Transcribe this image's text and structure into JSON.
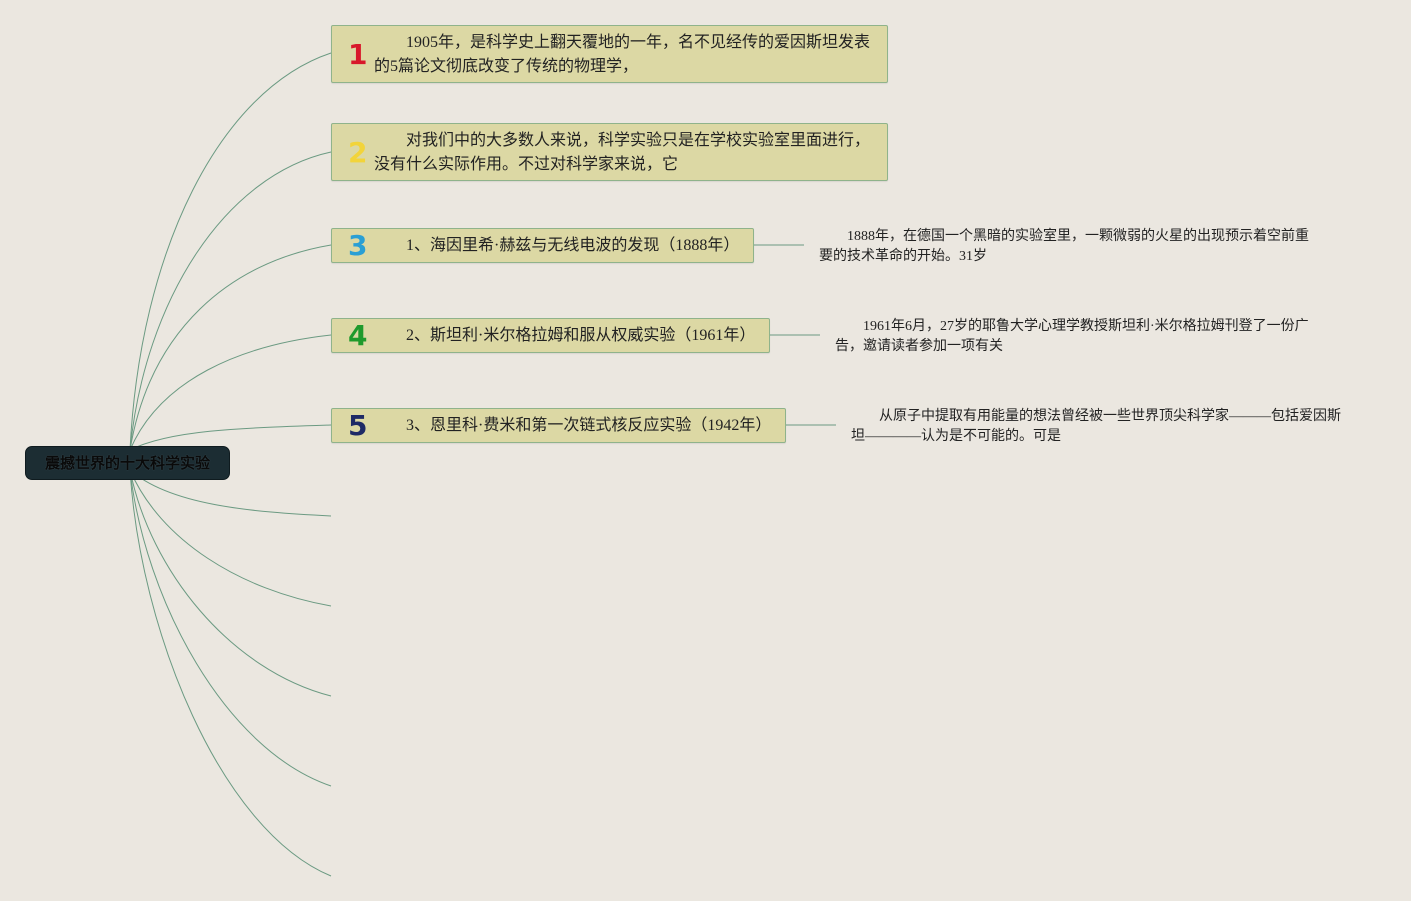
{
  "root": {
    "label": "震撼世界的十大科学实验"
  },
  "nodes": [
    {
      "badge": "1",
      "badge_color": "#d8182a",
      "text": "1905年，是科学史上翻天覆地的一年，名不见经传的爱因斯坦发表的5篇论文彻底改变了传统的物理学，"
    },
    {
      "badge": "2",
      "badge_color": "#f2d43a",
      "text": "对我们中的大多数人来说，科学实验只是在学校实验室里面进行，没有什么实际作用。不过对科学家来说，它"
    },
    {
      "badge": "3",
      "badge_color": "#2a9fd4",
      "text": "1、海因里希·赫兹与无线电波的发现（1888年）",
      "note": "1888年，在德国一个黑暗的实验室里，一颗微弱的火星的出现预示着空前重要的技术革命的开始。31岁"
    },
    {
      "badge": "4",
      "badge_color": "#1f9a2c",
      "text": "2、斯坦利·米尔格拉姆和服从权威实验（1961年）",
      "note": "1961年6月，27岁的耶鲁大学心理学教授斯坦利·米尔格拉姆刊登了一份广告，邀请读者参加一项有关"
    },
    {
      "badge": "5",
      "badge_color": "#1e2a66",
      "text": "3、恩里科·费米和第一次链式核反应实验（1942年）",
      "note": "从原子中提取有用能量的想法曾经被一些世界顶尖科学家———包括爱因斯坦————认为是不可能的。可是"
    }
  ],
  "colors": {
    "connector": "#6b9a82",
    "node_fill": "#dcd8a4",
    "node_border": "#8fb38b",
    "root_fill": "#1c2d33"
  }
}
